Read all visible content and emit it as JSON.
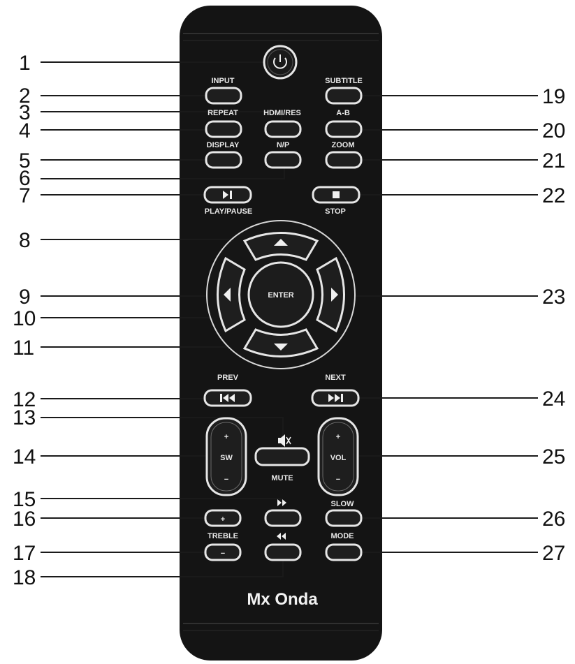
{
  "brand": "Mx Onda",
  "callouts": [
    "1",
    "2",
    "3",
    "4",
    "5",
    "6",
    "7",
    "8",
    "9",
    "10",
    "11",
    "12",
    "13",
    "14",
    "15",
    "16",
    "17",
    "18",
    "19",
    "20",
    "21",
    "22",
    "23",
    "24",
    "25",
    "26",
    "27"
  ],
  "labels": {
    "input": "INPUT",
    "subtitle": "SUBTITLE",
    "repeat": "REPEAT",
    "hdmi_res": "HDMI/RES",
    "a_b": "A-B",
    "display": "DISPLAY",
    "n_p": "N/P",
    "zoom": "ZOOM",
    "play_pause": "PLAY/PAUSE",
    "stop": "STOP",
    "enter": "ENTER",
    "prev": "PREV",
    "next": "NEXT",
    "sw": "SW",
    "vol": "VOL",
    "mute": "MUTE",
    "plus": "+",
    "minus": "−",
    "treble": "TREBLE",
    "slow": "SLOW",
    "mode": "MODE"
  },
  "colors": {
    "body": "#141414",
    "outline": "#e6e6e6",
    "ink": "#111111"
  },
  "icons": [
    "power-icon",
    "play-pause-icon",
    "stop-icon",
    "arrow-up-icon",
    "arrow-down-icon",
    "arrow-left-icon",
    "arrow-right-icon",
    "skip-back-icon",
    "skip-forward-icon",
    "mute-icon",
    "fast-forward-icon",
    "rewind-icon"
  ]
}
